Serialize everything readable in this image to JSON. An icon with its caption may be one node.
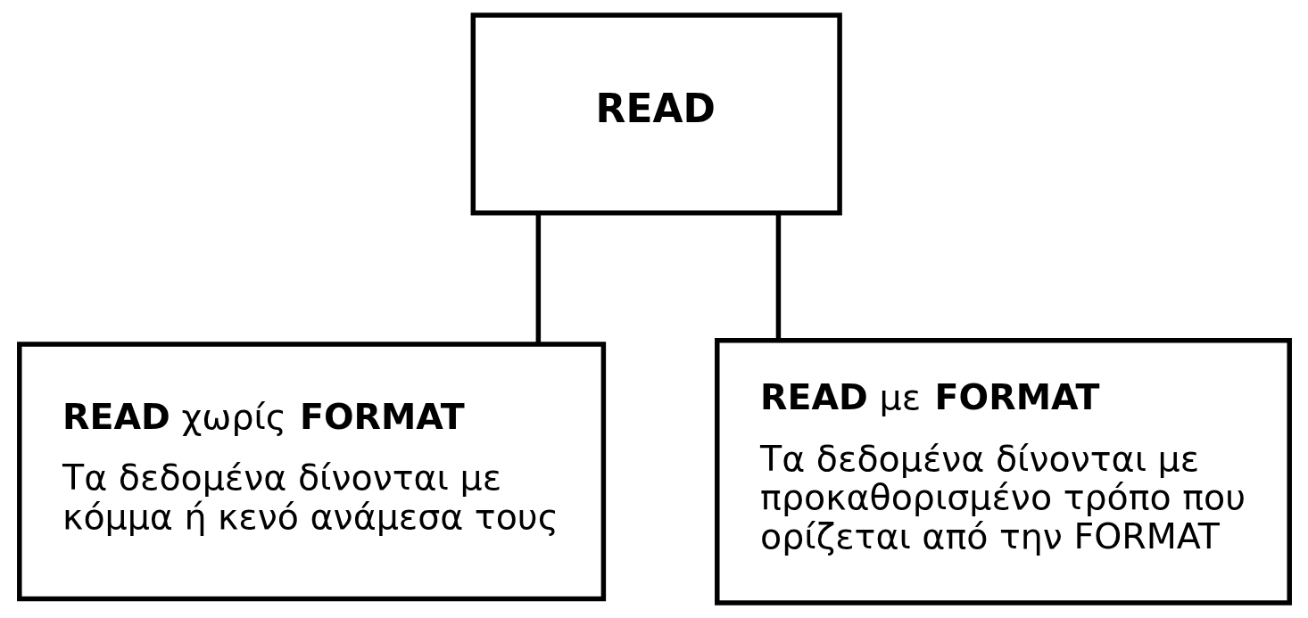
{
  "diagram": {
    "nodes": [
      {
        "text": [
          "**READ**"
        ]
      },
      {
        "text": [
          "**READ** χωρίς **FORMAT**",
          "Τα δεδομένα δίνονται με κόμμα ή κενό ανάμεσα τους"
        ]
      },
      {
        "text": [
          "**READ** με **FORMAT**",
          "Τα δεδομένα δίνονται με προκαθορισμένο τρόπο που ορίζεται από την FORMAT"
        ]
      }
    ],
    "edges": [
      {
        "from": 0,
        "to": 1,
        "arrow": "none"
      },
      {
        "from": 0,
        "to": 2,
        "arrow": "none"
      }
    ]
  }
}
